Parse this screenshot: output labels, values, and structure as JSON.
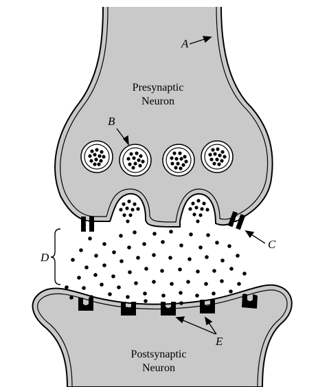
{
  "diagram": {
    "neuron_fill": "#c9c9c9",
    "outline_color": "#000000",
    "labels": {
      "presynaptic_line1": "Presynaptic",
      "presynaptic_line2": "Neuron",
      "postsynaptic_line1": "Postsynaptic",
      "postsynaptic_line2": "Neuron",
      "A": "A",
      "B": "B",
      "C": "C",
      "D": "D",
      "E": "E"
    }
  }
}
